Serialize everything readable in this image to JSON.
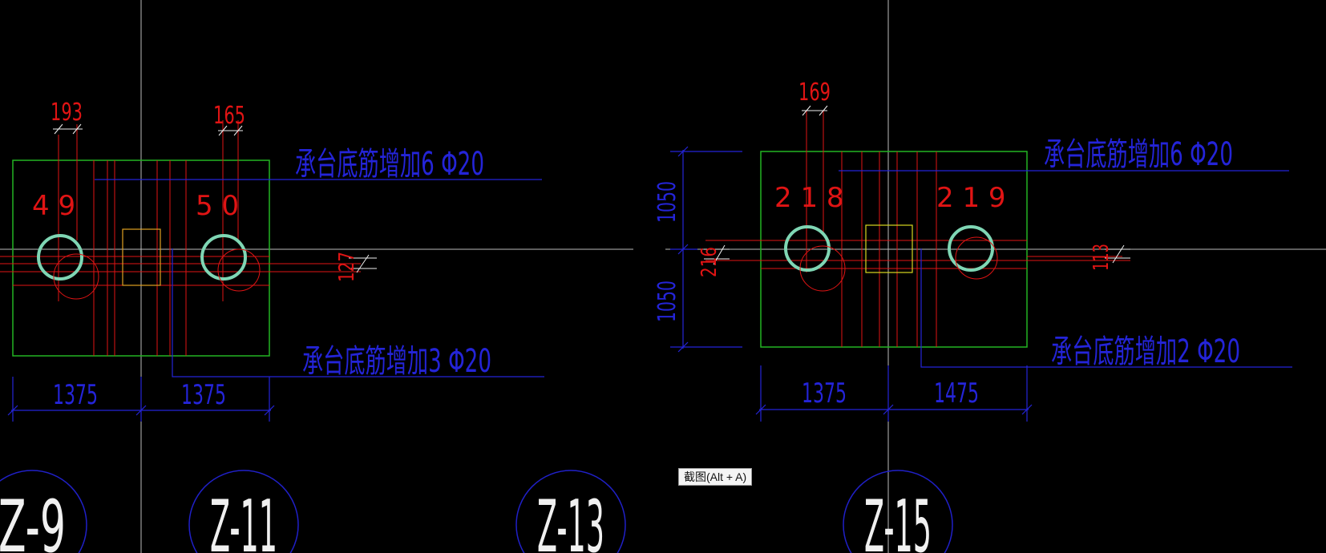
{
  "colors": {
    "background": "#000000",
    "axis": "#bdbdbd",
    "pile_cap_outline": "#22b422",
    "rebar": "#e01414",
    "annotation": "#2424d8",
    "dimension_text_red": "#e01414",
    "pile": "#7fd6b4",
    "column": "#d8d820",
    "column_left": "#e0a020",
    "grid_bubble": "#2020c8",
    "grid_text": "#f0f0f0"
  },
  "left_cap": {
    "top_spacing": "193",
    "top_spacing_right": "165",
    "pile_left_number": "4 9",
    "pile_right_number": "5 0",
    "note_top": "承台底筋增加6 Φ20",
    "note_bottom": "承台底筋增加3 Φ20",
    "side_dim": "127",
    "dim_left": "1375",
    "dim_right": "1375"
  },
  "right_cap": {
    "top_spacing": "169",
    "pile_left_number": "2 1 8",
    "pile_right_number": "2 1 9",
    "note_top": "承台底筋增加6 Φ20",
    "note_bottom": "承台底筋增加2 Φ20",
    "vert_dim_top": "1050",
    "vert_dim_bottom": "1050",
    "side_dim_left": "216",
    "side_dim_right": "113",
    "dim_left": "1375",
    "dim_right": "1475"
  },
  "grid_bubbles": [
    "Z-9",
    "Z-11",
    "Z-13",
    "Z-15"
  ],
  "tooltip": {
    "text": "截图(Alt + A)"
  }
}
